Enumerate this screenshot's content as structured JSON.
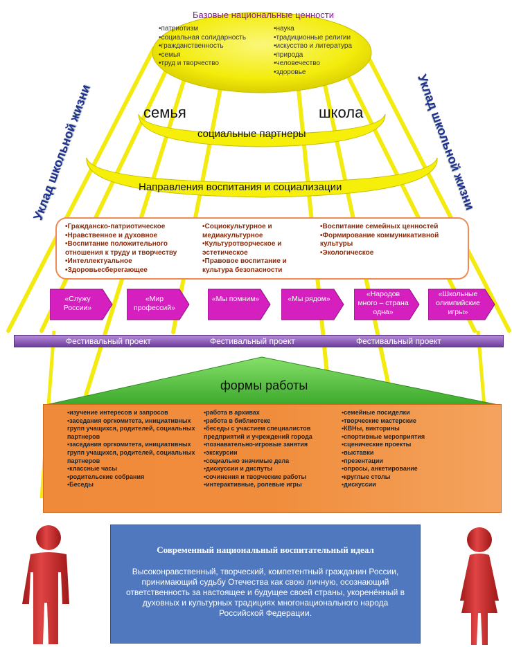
{
  "values": {
    "title": "Базовые национальные ценности",
    "left": [
      "•патриотизм",
      "•социальная солидарность",
      "•гражданственность",
      "•семья",
      "•труд и творчество"
    ],
    "right": [
      "•наука",
      "•традиционные религии",
      "•искусство и литература",
      "•природа",
      "•человечество",
      "•здоровье"
    ]
  },
  "side_label": "Уклад школьной жизни",
  "family": "семья",
  "school": "школа",
  "partners": "социальные партнеры",
  "directions_title": "Направления воспитания и социализации",
  "directions": {
    "col1": [
      "•Гражданско-патриотическое",
      "•Нравственное и духовное",
      "•Воспитание положительного отношения к труду и творчеству",
      "•Интеллектуальное",
      "•Здоровьесберегающее"
    ],
    "col2": [
      "•Социокультурное и медиакультурное",
      "•Культуротворческое и эстетическое",
      "•Правовое воспитание и культура безопасности"
    ],
    "col3": [
      "•Воспитание семейных ценностей",
      "•Формирование коммуникативной культуры",
      "•Экологическое"
    ]
  },
  "projects": [
    "«Служу России»",
    "«Мир профессий»",
    "«Мы помним»",
    "«Мы рядом»",
    "«Народов много – страна одна»",
    "«Школьные олимпийские игры»"
  ],
  "festival": [
    "Фестивальный проект",
    "Фестивальный проект",
    "Фестивальный проект"
  ],
  "forms_title": "формы работы",
  "forms": {
    "col1": [
      "•изучение интересов и запросов",
      "•заседания оргкомитета, инициативных групп учащихся, родителей, социальных партнеров",
      "•заседания оргкомитета, инициативных групп учащихся, родителей, социальных партнеров",
      "•классные часы",
      "•родительские собрания",
      "•Беседы"
    ],
    "col2": [
      "•работа в архивах",
      "•работа в библиотеке",
      "•беседы с участием специалистов предприятий и учреждений города",
      "•познавательно-игровые занятия",
      "•экскурсии",
      "•социально значимые дела",
      "•дискуссии и диспуты",
      "•сочинения и творческие работы",
      "•интерактивные, ролевые игры"
    ],
    "col3": [
      "•семейные посиделки",
      "•творческие мастерские",
      "•КВНы, викторины",
      "•спортивные мероприятия",
      "•сценические проекты",
      "•выставки",
      "•презентации",
      "•опросы, анкетирование",
      "•круглые столы",
      "•дискуссии"
    ]
  },
  "ideal": {
    "title": "Современный национальный воспитательный идеал",
    "text": "Высоконравственный, творческий, компетентный гражданин России, принимающий судьбу Отечества как свою личную, осознающий ответственность за настоящее и будущее своей страны, укоренённый в духовных и культурных традициях многонационального народа Российской Федерации."
  },
  "colors": {
    "yellow": "#f5ef0a",
    "orange_border": "#ef8a52",
    "magenta": "#d61fbf",
    "purple_bar": "#7a4aa8",
    "green": "#4fb839",
    "orange": "#f08d3c",
    "blue": "#4f78bf",
    "red": "#c8282a"
  }
}
